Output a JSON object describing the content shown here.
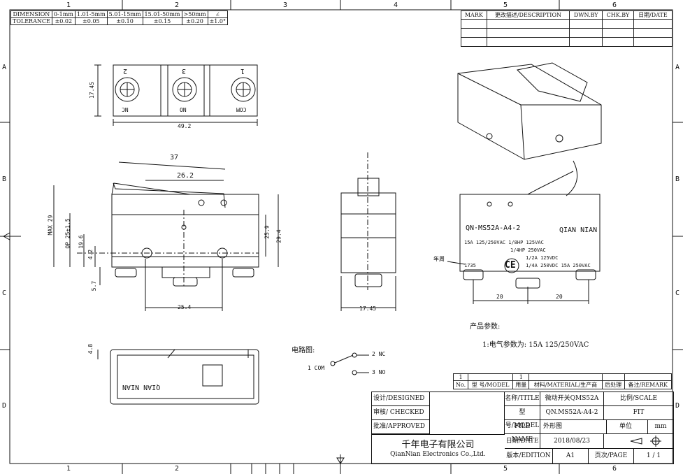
{
  "frame": {
    "col_labels": [
      "1",
      "2",
      "3",
      "4",
      "5",
      "6"
    ],
    "row_labels": [
      "A",
      "B",
      "C",
      "D"
    ]
  },
  "tolerance_table": {
    "headers": [
      "DIMENSION",
      "0-1mm",
      "1.01-5mm",
      "5.01-15mm",
      "15.01-50mm",
      ">50mm",
      "∠"
    ],
    "values": [
      "TOLERANCE",
      "±0.02",
      "±0.05",
      "±0.10",
      "±0.15",
      "±0.20",
      "±1.0°"
    ]
  },
  "revision_table": {
    "headers": [
      "MARK",
      "更改描述/DESCRIPTION",
      "DWN.BY",
      "CHK.BY",
      "日期/DATE"
    ]
  },
  "terminal_view": {
    "labels": [
      "2",
      "3",
      "1"
    ],
    "names": [
      "NC",
      "NO",
      "COM"
    ],
    "width_dim": "49.2",
    "height_dim": "17.45"
  },
  "front_view": {
    "dims": {
      "lever_len": "37",
      "hole_spacing": "26.2",
      "h_total": "29.4",
      "h_body": "25.9",
      "max": "MAX 29",
      "op": "OP 25±1.5",
      "d19": "19.6",
      "d4": "4.2",
      "d5": "5.7",
      "terminal_span": "25.4"
    }
  },
  "side_view": {
    "width_dim": "17.45"
  },
  "label_view": {
    "model": "QN·MS52A-A4-2",
    "brand": "QIAN NIAN",
    "rating_lines": [
      "15A 125/250VAC 1/8HP 125VAC",
      "1/4HP 250VAC",
      "1/2A 125VDC",
      "1/4A 250VDC  15A 250VAC"
    ],
    "year_code": "1735",
    "year_label": "年周",
    "ce": "CE",
    "dim_left": "20",
    "dim_right": "20"
  },
  "top_view": {
    "brand": "QIAN NIAN",
    "height_dim": "4.8"
  },
  "circuit": {
    "title": "电路图:",
    "com": "1 COM",
    "nc": "2 NC",
    "no": "3 NO"
  },
  "params": {
    "title": "产品参数:",
    "line1": "1:电气参数为:  15A 125/250VAC"
  },
  "bom": {
    "row_index": "1",
    "row_qty": "1",
    "headers": [
      "No.",
      "型 号/MODEL",
      "用量",
      "材料/MATERIAL/生产商",
      "后处理",
      "备注/REMARK"
    ]
  },
  "title_block": {
    "designed_label": "设计/DESIGNED",
    "checked_label": "审核/ CHECKED",
    "approved_label": "批准/APPROVED",
    "company_cn": "千年电子有限公司",
    "company_en": "QianNian Electronics Co.,Ltd.",
    "title_label": "名称/TITLE",
    "title_value": "微动开关QMS52A",
    "scale_label": "比例/SCALE",
    "model_label": "型号/MODEL",
    "model_value": "QN.MS52A-A4-2",
    "scale_value": "FIT",
    "file_label": "FILE NAME",
    "file_value": "外形图",
    "unit_label": "单位",
    "unit_value": "mm",
    "date_label": "日期/DATE",
    "date_value": "2018/08/23",
    "edition_label": "版本/EDITION",
    "edition_value": "A1",
    "page_label": "页次/PAGE",
    "page_value": "1 / 1"
  }
}
